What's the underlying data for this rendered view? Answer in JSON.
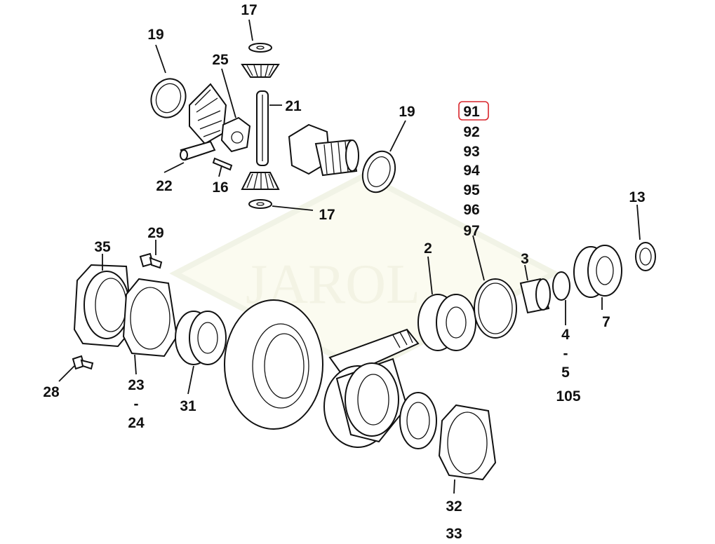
{
  "watermark": "JAROL",
  "colors": {
    "highlight": "#d9252b",
    "line": "#111111",
    "watermark": "#f3f3e4"
  },
  "highlighted_label": "91",
  "labels": {
    "l17a": "17",
    "l19a": "19",
    "l25": "25",
    "l21": "21",
    "l19b": "19",
    "l22": "22",
    "l16": "16",
    "l17b": "17",
    "l91": "91",
    "l92": "92",
    "l93": "93",
    "l94": "94",
    "l95": "95",
    "l96": "96",
    "l97": "97",
    "l13": "13",
    "l29": "29",
    "l35": "35",
    "l2": "2",
    "l3": "3",
    "l7": "7",
    "l4": "4",
    "l5": "5",
    "l105": "105",
    "l28": "28",
    "l23": "23",
    "l24": "24",
    "l31": "31",
    "l32": "32",
    "l33": "33",
    "dash": "-"
  }
}
